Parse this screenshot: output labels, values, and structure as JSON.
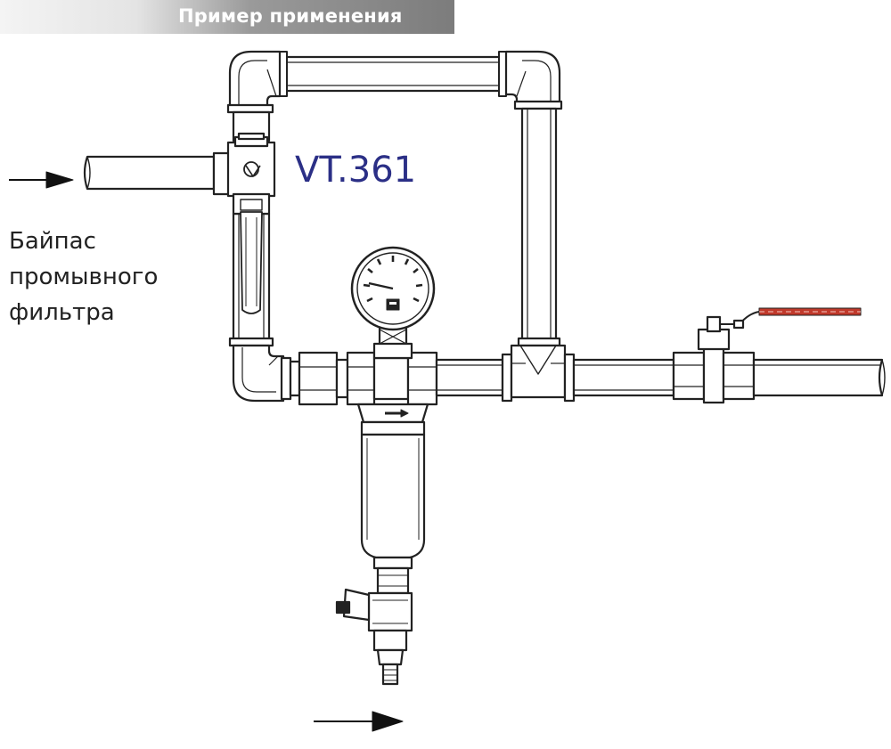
{
  "header": {
    "title": "Пример применения"
  },
  "labels": {
    "model": "VT.361",
    "bypass_lines": [
      "Байпас",
      "промывного",
      "фильтра"
    ]
  },
  "colors": {
    "model_text": "#2b2f86",
    "valve_handle": "#c0392b",
    "line": "#222222",
    "pipe_fill": "#ffffff"
  },
  "icons": {
    "inlet_arrow": "arrow-right-icon",
    "outlet_arrow": "arrow-right-icon",
    "pressure_gauge": "pressure-gauge-icon"
  }
}
